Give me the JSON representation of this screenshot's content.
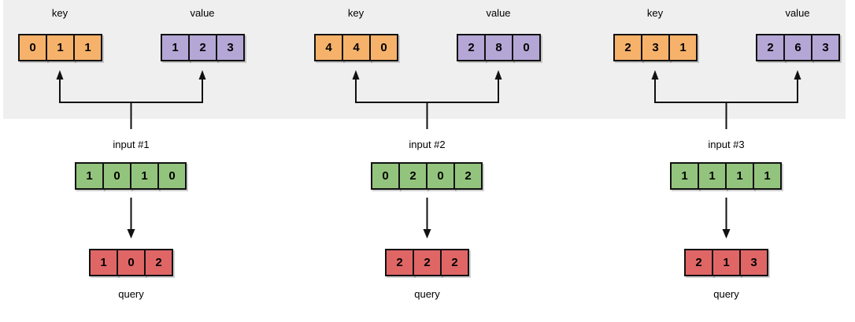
{
  "labels": {
    "key": "key",
    "value": "value",
    "query": "query"
  },
  "colors": {
    "band": "#efefef",
    "key_fill": "#f6b26b",
    "value_fill": "#b4a7d6",
    "input_fill": "#93c47d",
    "query_fill": "#e06666",
    "stroke": "#111111"
  },
  "groups": [
    {
      "input_label": "input #1",
      "key": [
        "0",
        "1",
        "1"
      ],
      "value": [
        "1",
        "2",
        "3"
      ],
      "input": [
        "1",
        "0",
        "1",
        "0"
      ],
      "query": [
        "1",
        "0",
        "2"
      ]
    },
    {
      "input_label": "input #2",
      "key": [
        "4",
        "4",
        "0"
      ],
      "value": [
        "2",
        "8",
        "0"
      ],
      "input": [
        "0",
        "2",
        "0",
        "2"
      ],
      "query": [
        "2",
        "2",
        "2"
      ]
    },
    {
      "input_label": "input #3",
      "key": [
        "2",
        "3",
        "1"
      ],
      "value": [
        "2",
        "6",
        "3"
      ],
      "input": [
        "1",
        "1",
        "1",
        "1"
      ],
      "query": [
        "2",
        "1",
        "3"
      ]
    }
  ]
}
